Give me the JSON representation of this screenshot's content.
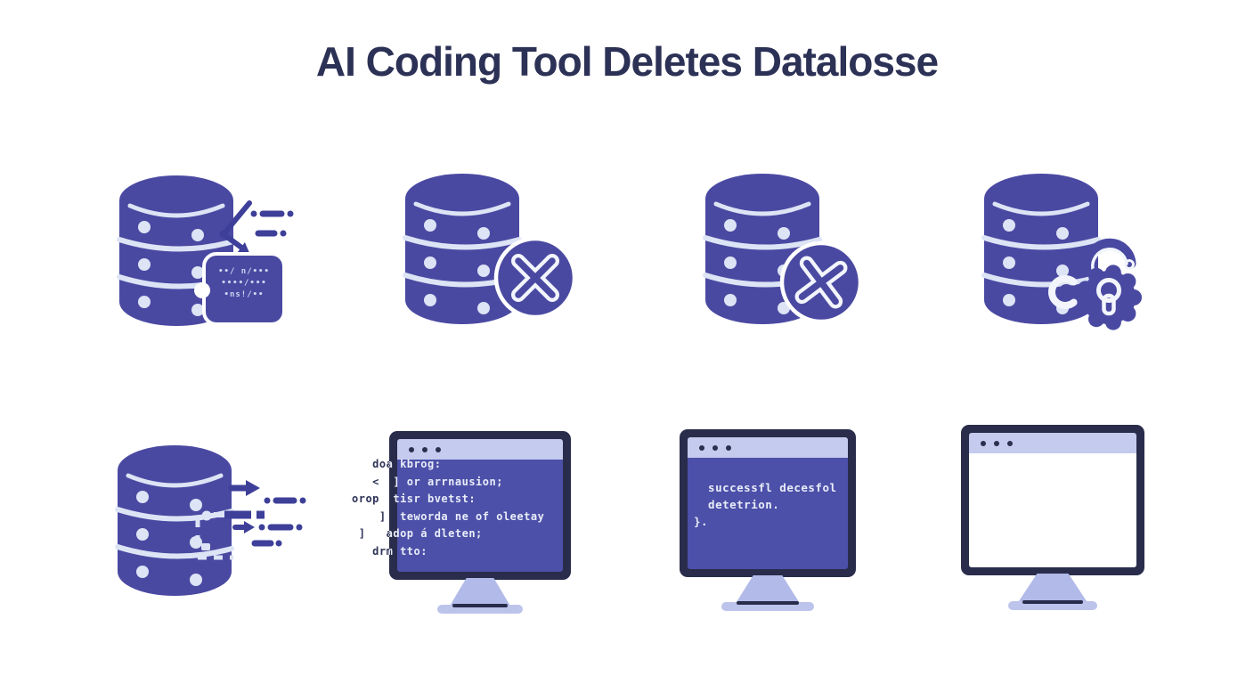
{
  "title": "AI Coding Tool Deletes Datalosse",
  "bubble": {
    "rows": [
      "••/ n/•••",
      "••••/•••",
      "•ns!/••"
    ]
  },
  "terminal_code": {
    "text": "   doa kbrog:\n   <  ] or arrnausion;\norop  tisr bvetst:\n    ]  teworda ne of oleetay\n ]   adop á dleten;\n   drm tto:"
  },
  "terminal_message": {
    "text": "  successfl decesfol\n  detetrion.\n}."
  },
  "icons": {
    "row1": [
      "database-receiving-code-message",
      "database-deleted",
      "database-deleted",
      "database-locked"
    ],
    "row2": [
      "database-exporting-data",
      "terminal-with-code",
      "terminal-with-message",
      "terminal-blank"
    ]
  },
  "colors": {
    "background": "#ffffff",
    "indigo": "#4a49a2",
    "screen_indigo": "#4c50a8",
    "light_accent": "#dce4f5",
    "white_accent": "#f2f5fc",
    "title_navy": "#2c3156",
    "monitor_frame": "#292d4b",
    "titlebar_lavender": "#c4cbee",
    "stand_lavender": "#b1bae8",
    "dash_indigo": "#3d3f99"
  }
}
